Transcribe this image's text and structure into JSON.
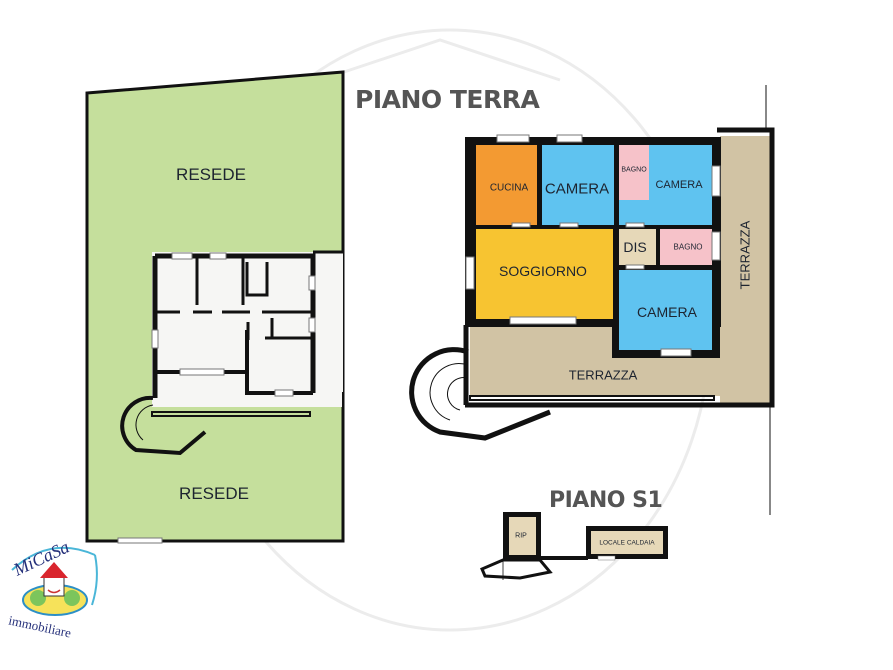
{
  "watermark": {
    "text": "MiCaSa immobiliare"
  },
  "plans": {
    "site": {
      "labels": {
        "resede_top": "RESEDE",
        "resede_bottom": "RESEDE"
      }
    },
    "piano_terra": {
      "title": "PIANO TERRA",
      "rooms": [
        {
          "id": "cucina",
          "label": "CUCINA",
          "color": "#f39a32"
        },
        {
          "id": "camera1",
          "label": "CAMERA",
          "color": "#5fc3f0"
        },
        {
          "id": "bagno1",
          "label": "BAGNO",
          "color": "#f6c2c9"
        },
        {
          "id": "camera2",
          "label": "CAMERA",
          "color": "#5fc3f0"
        },
        {
          "id": "soggiorno",
          "label": "SOGGIORNO",
          "color": "#f7c431"
        },
        {
          "id": "dis",
          "label": "DIS",
          "color": "#e6d8b8"
        },
        {
          "id": "bagno2",
          "label": "BAGNO",
          "color": "#f6c2c9"
        },
        {
          "id": "camera3",
          "label": "CAMERA",
          "color": "#5fc3f0"
        },
        {
          "id": "terrazza_south",
          "label": "TERRAZZA",
          "color": "#d1c3a4"
        },
        {
          "id": "terrazza_east",
          "label": "TERRAZZA",
          "color": "#d1c3a4"
        }
      ]
    },
    "piano_s1": {
      "title": "PIANO S1",
      "rooms": [
        {
          "id": "rip",
          "label": "RIP",
          "color": "#e6d8b8"
        },
        {
          "id": "locale_caldaia",
          "label": "LOCALE CALDAIA",
          "color": "#e6d8b8"
        }
      ]
    }
  },
  "colors": {
    "garden": "#c5df9c",
    "wall": "#111111",
    "title": "#555555"
  },
  "logo": {
    "brand": "MiCaSa",
    "tagline": "immobiliare"
  }
}
